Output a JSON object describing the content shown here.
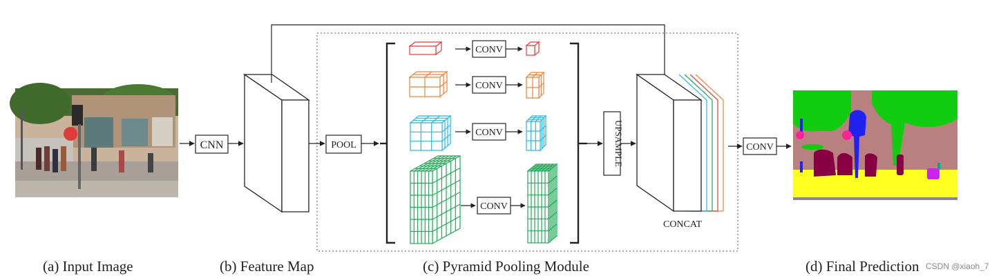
{
  "captions": {
    "input": "(a) Input Image",
    "feature_map": "(b) Feature Map",
    "ppm": "(c) Pyramid Pooling Module",
    "prediction": "(d) Final Prediction"
  },
  "labels": {
    "cnn": "CNN",
    "pool": "POOL",
    "conv": "CONV",
    "upsample": "UPSAMPLE",
    "concat": "CONCAT",
    "final_conv": "CONV"
  },
  "pyramid_levels": [
    {
      "name": "level-1",
      "color": "#e53935",
      "grid": 1
    },
    {
      "name": "level-2",
      "color": "#f08030",
      "grid": 2
    },
    {
      "name": "level-3",
      "color": "#26b7e6",
      "grid": 3
    },
    {
      "name": "level-4",
      "color": "#1fa855",
      "grid": 6
    }
  ],
  "concat_layer_colors": [
    "#26b7e6",
    "#1fa855",
    "#e53935",
    "#f08030"
  ],
  "segmentation_colors": {
    "background": "#b98080",
    "vegetation": "#11cc11",
    "road": "#ffff22",
    "person": "#880044",
    "sign": "#2222ee",
    "object": "#ff2299",
    "pole": "#00aa88",
    "car": "#cc22ee"
  },
  "watermark": "CSDN @xiaoh_7"
}
